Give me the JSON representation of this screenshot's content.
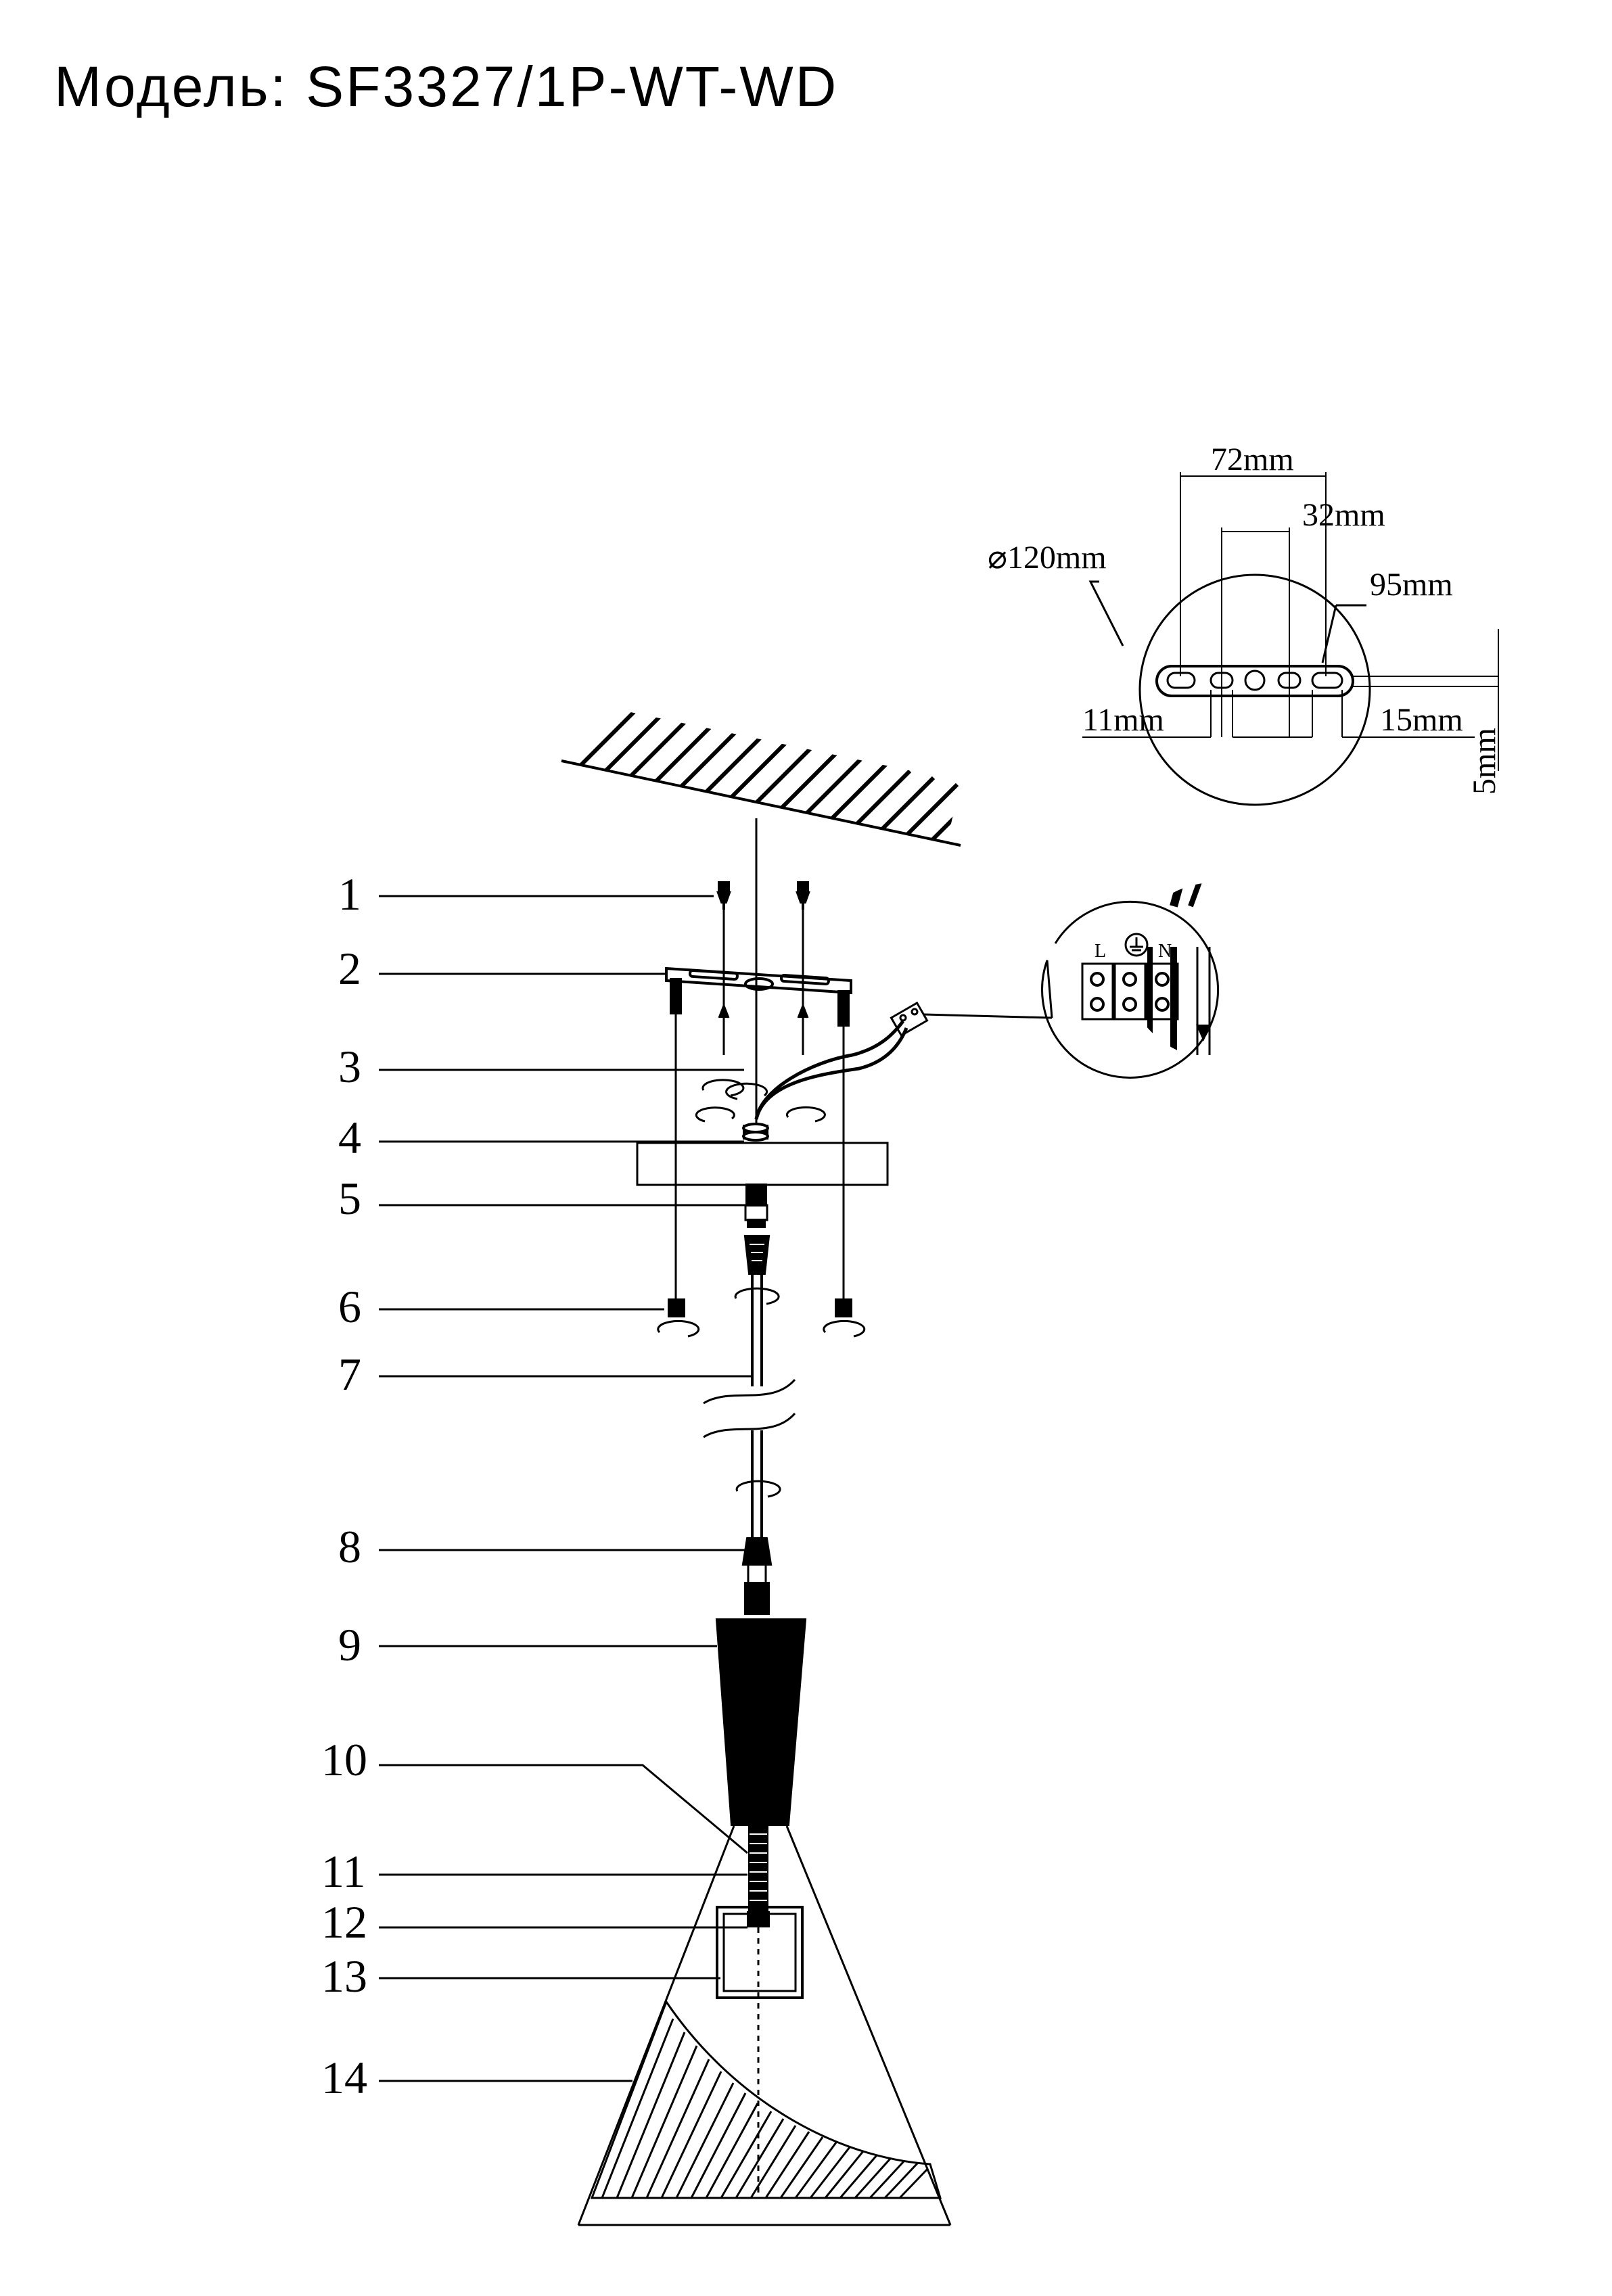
{
  "title": "Модель: SF3327/1P-WT-WD",
  "callouts": [
    "1",
    "2",
    "3",
    "4",
    "5",
    "6",
    "7",
    "8",
    "9",
    "10",
    "11",
    "12",
    "13",
    "14"
  ],
  "dimensions": {
    "d72": "72mm",
    "d32": "32mm",
    "dia": "⌀120mm",
    "d95": "95mm",
    "d11": "11mm",
    "d15": "15mm",
    "d5": "5mm"
  },
  "terminal": {
    "l": "L",
    "n": "N"
  },
  "colors": {
    "ink": "#000000",
    "paper": "#ffffff"
  }
}
